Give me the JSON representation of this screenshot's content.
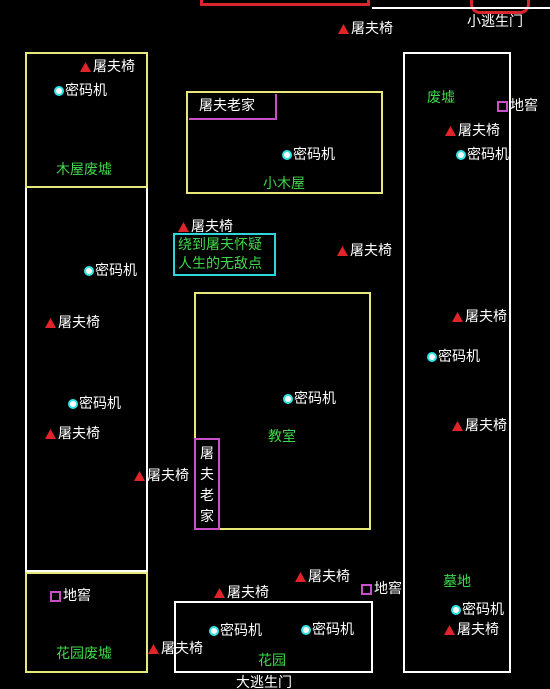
{
  "map": {
    "colors": {
      "background": "#000000",
      "wall_white": "#ffffff",
      "room_yellow": "#e7e77a",
      "killer_magenta": "#c94fc9",
      "highlight_cyan": "#2fd6d9",
      "exit_red": "#d8262e",
      "region_green": "#3fd84a",
      "chair_red": "#e0242a",
      "generator_cyan": "#2fe3e6"
    },
    "icons": {
      "hook": "red-triangle-icon",
      "generator": "cyan-ring-icon",
      "cellar": "magenta-square-icon"
    },
    "regions": {
      "cabin_ruins": "木屋废墟",
      "cabin": "小木屋",
      "ruins": "废墟",
      "classroom": "教室",
      "graveyard": "墓地",
      "garden": "花园",
      "garden_ruins": "花园废墟"
    },
    "exits": {
      "small": "小逃生门",
      "main": "大逃生门"
    },
    "killer_home": {
      "horizontal": "屠夫老家",
      "vertical": [
        "屠",
        "夫",
        "老",
        "家"
      ]
    },
    "tip": {
      "line1": "绕到屠夫怀疑",
      "line2": "人生的无敌点"
    },
    "labels": {
      "hook": "屠夫椅",
      "generator": "密码机",
      "cellar": "地窖"
    }
  }
}
